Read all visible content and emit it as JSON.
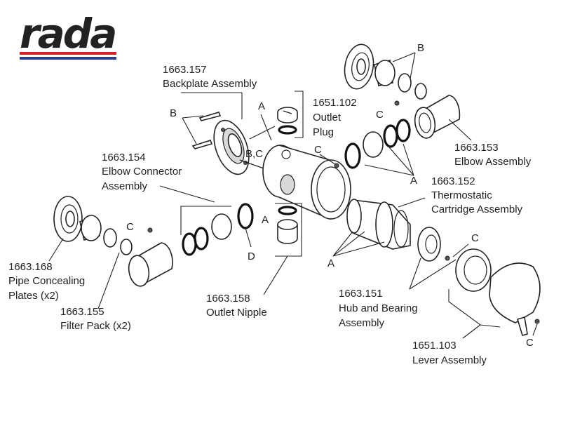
{
  "brand": {
    "logo_text": "rada",
    "colors": {
      "logo": "#111111",
      "stripe_red": "#d42027",
      "stripe_blue": "#2b3e93"
    }
  },
  "labels": {
    "backplate": {
      "code": "1663.157",
      "name": "Backplate Assembly"
    },
    "outlet_plug": {
      "code": "1651.102",
      "line1": "Outlet",
      "line2": "Plug"
    },
    "elbow_assembly": {
      "code": "1663.153",
      "name": "Elbow Assembly"
    },
    "elbow_connector": {
      "code": "1663.154",
      "line1": "Elbow Connector",
      "line2": "Assembly"
    },
    "cartridge": {
      "code": "1663.152",
      "line1": "Thermostatic",
      "line2": "Cartridge Assembly"
    },
    "pipe_plates": {
      "code": "1663.168",
      "line1": "Pipe Concealing",
      "line2": "Plates (x2)"
    },
    "filter_pack": {
      "code": "1663.155",
      "name": "Filter Pack (x2)"
    },
    "outlet_nipple": {
      "code": "1663.158",
      "name": "Outlet Nipple"
    },
    "hub_bearing": {
      "code": "1663.151",
      "line1": "Hub and Bearing",
      "line2": "Assembly"
    },
    "lever": {
      "code": "1651.103",
      "name": "Lever Assembly"
    }
  },
  "keys": {
    "b_top": "B",
    "b_left": "B",
    "a_plug": "A",
    "c_top": "C",
    "bc": "B,C",
    "c_body": "C",
    "a_elbow": "A",
    "c_left": "C",
    "a_nipple": "A",
    "d": "D",
    "a_cartridge": "A",
    "c_hub": "C",
    "c_lever": "C"
  }
}
